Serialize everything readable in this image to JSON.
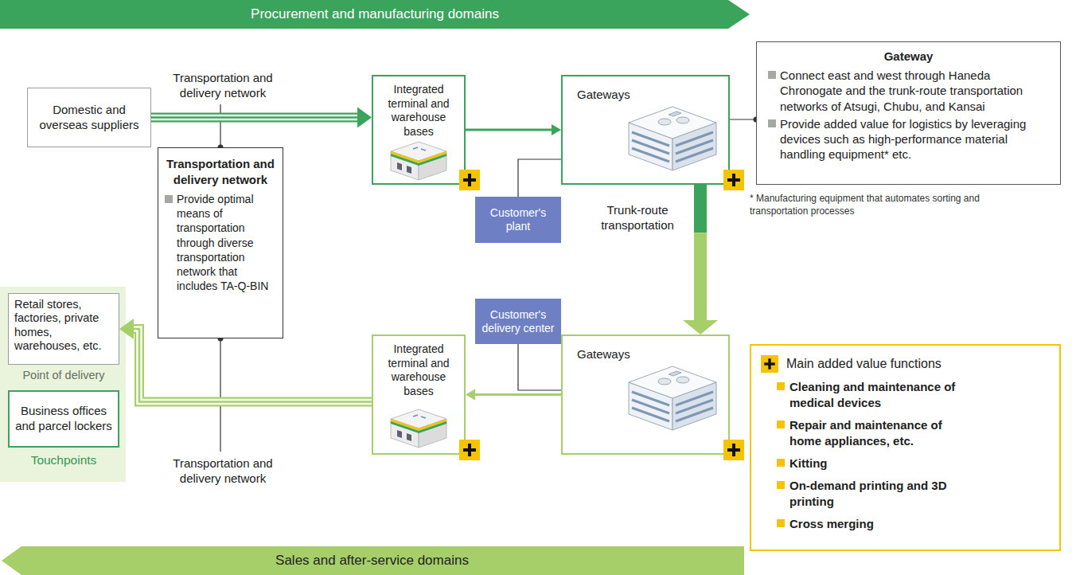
{
  "diagram": {
    "nodes": [
      {
        "text": [
          "Procurement and manufacturing domains"
        ]
      },
      {
        "text": [
          "Domestic and overseas suppliers"
        ]
      },
      {
        "text": [
          "Integrated terminal and warehouse bases"
        ]
      },
      {
        "text": [
          "Gateways"
        ]
      },
      {
        "text": [
          "Gateway",
          "Connect east and west through Haneda Chronogate and the trunk-route transportation networks of Atsugi, Chubu, and Kansai",
          "Provide added value for logistics by leveraging devices such as high-performance material handling equipment* etc."
        ]
      },
      {
        "text": [
          "Transportation and delivery network",
          "Provide optimal means of transportation through diverse transportation network that includes TA-Q-BIN"
        ]
      },
      {
        "text": [
          "Customer's plant"
        ]
      },
      {
        "text": [
          "Customer's delivery center"
        ]
      },
      {
        "text": [
          "Retail stores, factories, private homes, warehouses, etc.",
          "Point of delivery"
        ]
      },
      {
        "text": [
          "Business offices and parcel lockers",
          "Touchpoints"
        ]
      },
      {
        "text": [
          "Integrated terminal and warehouse bases"
        ]
      },
      {
        "text": [
          "Gateways"
        ]
      },
      {
        "text": [
          "Sales and after-service domains"
        ]
      }
    ],
    "edges": [
      {
        "from": 1,
        "to": 2,
        "arrow": "to",
        "label": "Transportation and delivery network"
      },
      {
        "from": 2,
        "to": 3,
        "arrow": "to"
      },
      {
        "from": 3,
        "to": 11,
        "arrow": "to",
        "label": "Trunk-route transportation"
      },
      {
        "from": 11,
        "to": 10,
        "arrow": "to"
      },
      {
        "from": 10,
        "to": 8,
        "arrow": "to",
        "label": "Transportation and delivery network"
      },
      {
        "from": 6,
        "to": 3,
        "arrow": "none"
      },
      {
        "from": 7,
        "to": 11,
        "arrow": "none"
      },
      {
        "from": 4,
        "to": 3,
        "arrow": "none"
      }
    ],
    "labels": [
      "* Manufacturing equipment that automates sorting and transportation processes"
    ],
    "legend": [
      {
        "text": "Main added value functions"
      },
      {
        "text": "Cleaning and maintenance of medical devices",
        "color": "#f5c400"
      },
      {
        "text": "Repair and maintenance of home appliances, etc.",
        "color": "#f5c400"
      },
      {
        "text": "Kitting",
        "color": "#f5c400"
      },
      {
        "text": "On-demand printing and 3D printing",
        "color": "#f5c400"
      },
      {
        "text": "Cross merging",
        "color": "#f5c400"
      }
    ]
  }
}
